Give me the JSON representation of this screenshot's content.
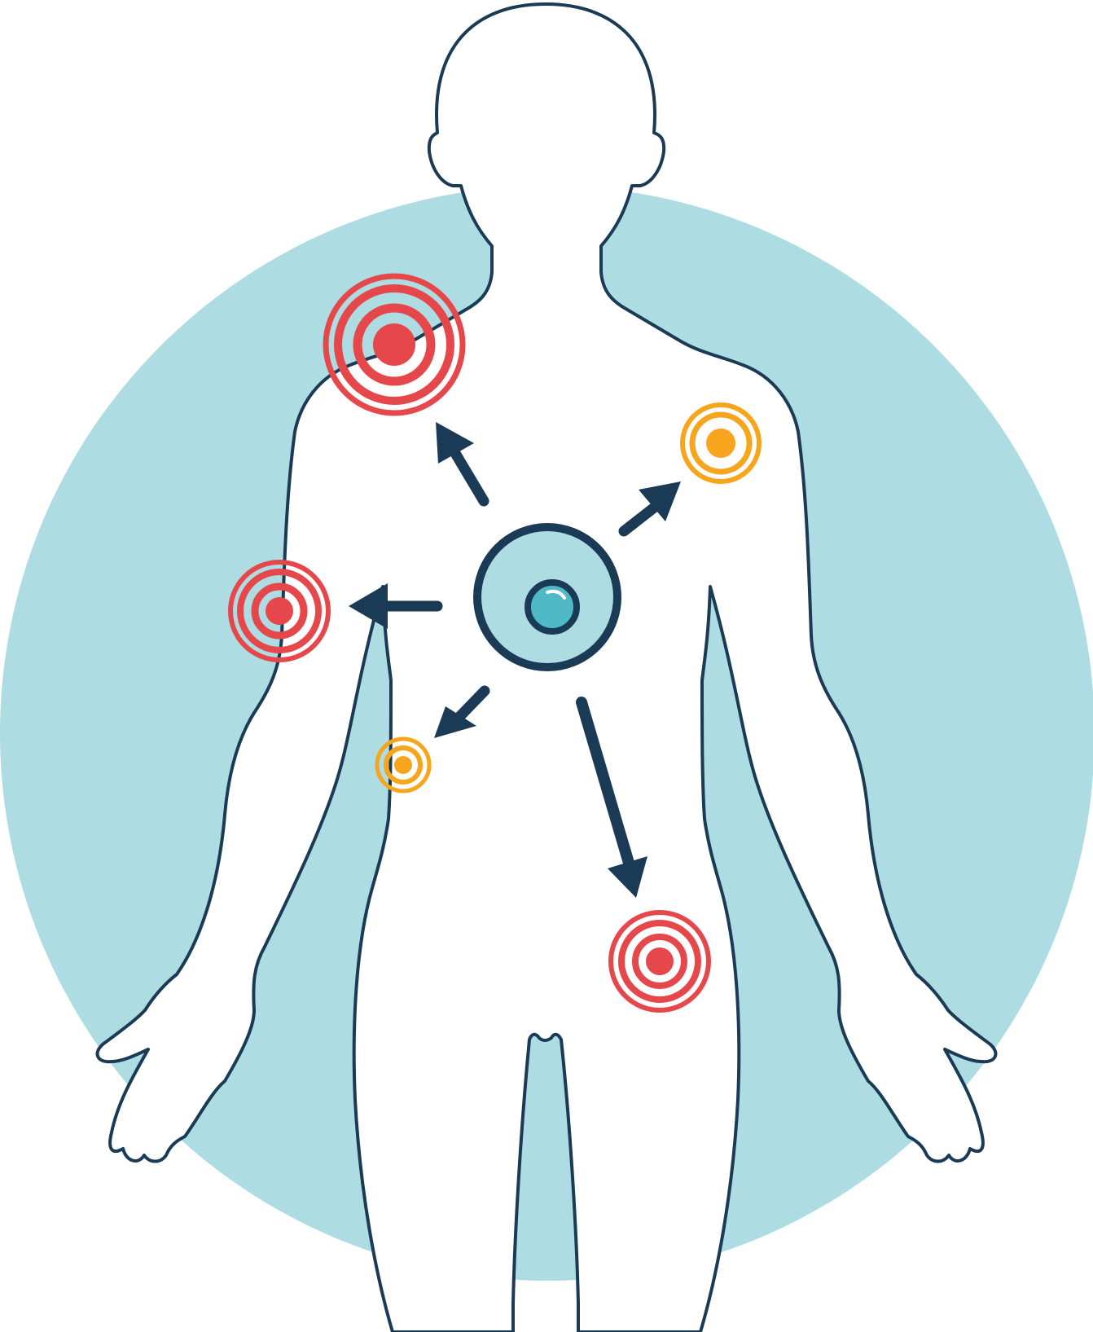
{
  "diagram": {
    "colors": {
      "background_circle": "#ADDCE2",
      "outline": "#1A3A56",
      "body_fill": "#FFFFFF",
      "origin_fill": "#ADDCE2",
      "origin_core": "#4FB9C8",
      "severe_site": "#E5474A",
      "mild_site": "#F7A51C"
    },
    "origin": {
      "name": "central-source",
      "icon": "cell-icon"
    },
    "sites": [
      {
        "name": "site-right-shoulder",
        "severity": "severe"
      },
      {
        "name": "site-left-shoulder",
        "severity": "mild"
      },
      {
        "name": "site-right-upper-arm",
        "severity": "severe"
      },
      {
        "name": "site-right-abdomen",
        "severity": "mild"
      },
      {
        "name": "site-left-hip",
        "severity": "severe"
      }
    ],
    "arrows": [
      {
        "name": "arrow-to-right-shoulder",
        "target": "site-right-shoulder"
      },
      {
        "name": "arrow-to-left-shoulder",
        "target": "site-left-shoulder"
      },
      {
        "name": "arrow-to-right-upper-arm",
        "target": "site-right-upper-arm"
      },
      {
        "name": "arrow-to-right-abdomen",
        "target": "site-right-abdomen"
      },
      {
        "name": "arrow-to-left-hip",
        "target": "site-left-hip"
      }
    ]
  }
}
